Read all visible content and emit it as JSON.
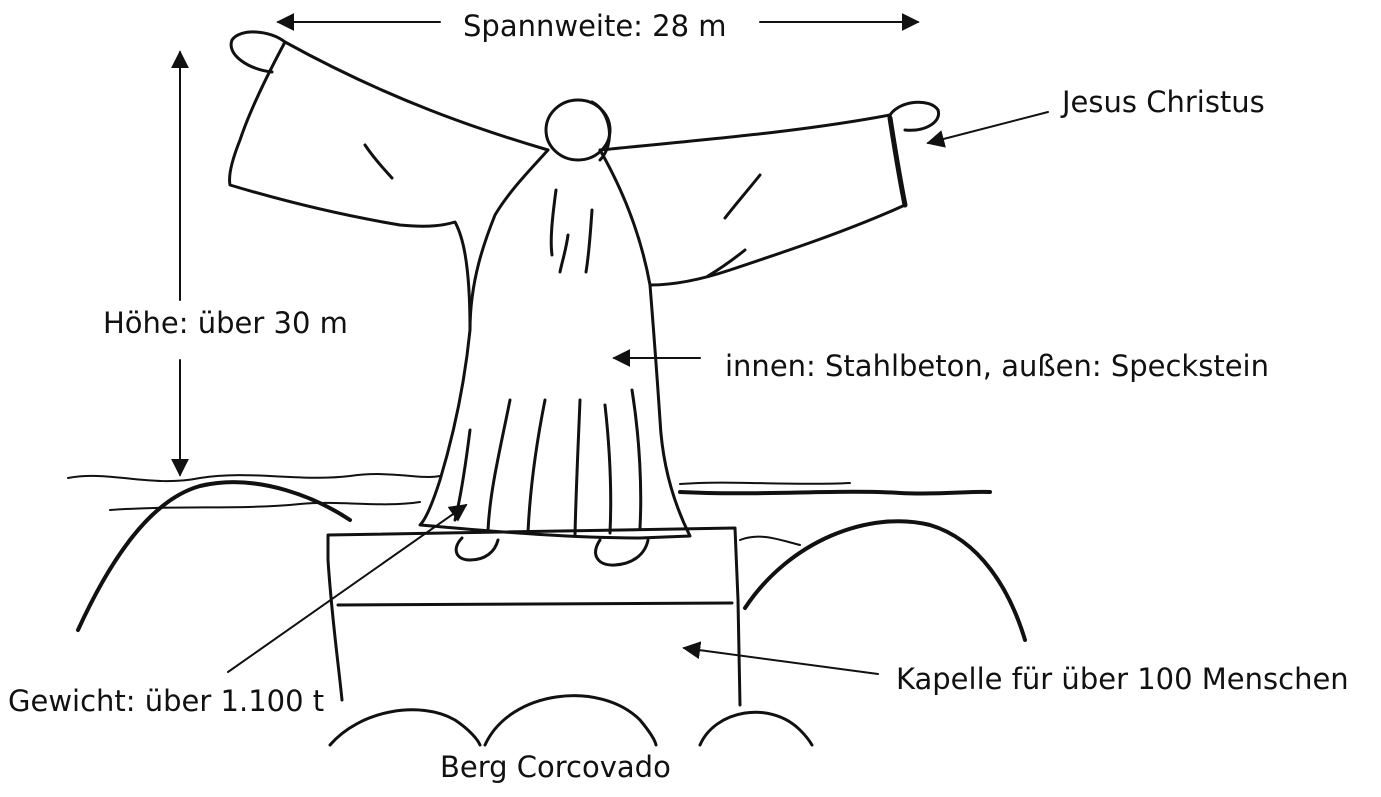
{
  "labels": {
    "span": "Spannweite: 28 m",
    "subject": "Jesus Christus",
    "height": "Höhe: über 30 m",
    "material": "innen: Stahlbeton, außen: Speckstein",
    "weight": "Gewicht: über 1.100 t",
    "chapel": "Kapelle für über 100 Menschen",
    "mountain": "Berg Corcovado"
  }
}
